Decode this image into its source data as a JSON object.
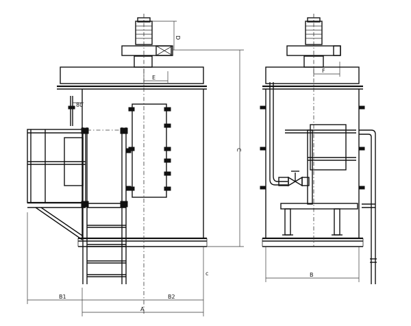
{
  "drawing": {
    "labels": {
      "A": "A",
      "B": "B",
      "B1": "B1",
      "B2": "B2",
      "C": "C",
      "D": "D",
      "E": "E",
      "F": "F",
      "ext": "80",
      "c_small": "c"
    }
  }
}
